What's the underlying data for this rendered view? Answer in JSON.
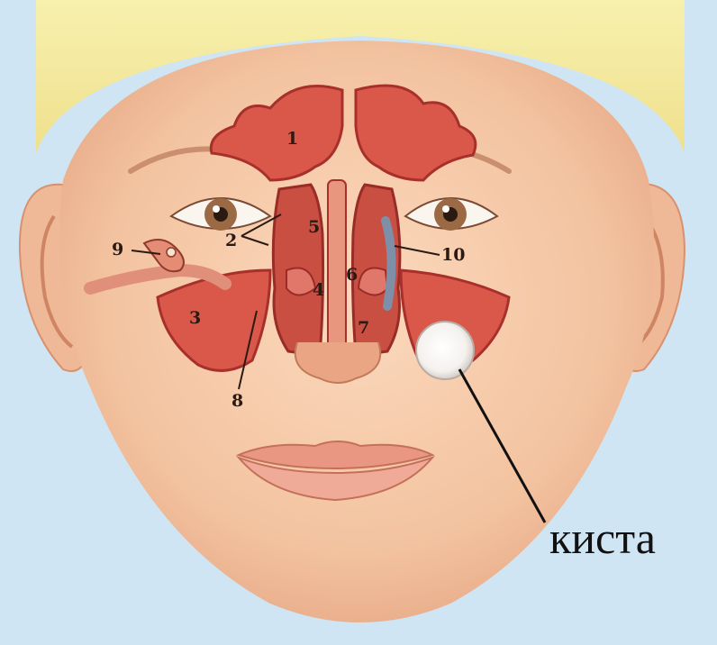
{
  "labels": {
    "l1": "1",
    "l2": "2",
    "l3": "3",
    "l4": "4",
    "l5": "5",
    "l6": "6",
    "l7": "7",
    "l8": "8",
    "l9": "9",
    "l10": "10",
    "cyst": "киста"
  },
  "colors": {
    "background": "#cfe5f3",
    "skin": "#f3c7a4",
    "sinus_fill": "#d9584a",
    "sinus_dark": "#a8302b",
    "hair": "#f4ea9e",
    "cyst": "#ffffff"
  }
}
